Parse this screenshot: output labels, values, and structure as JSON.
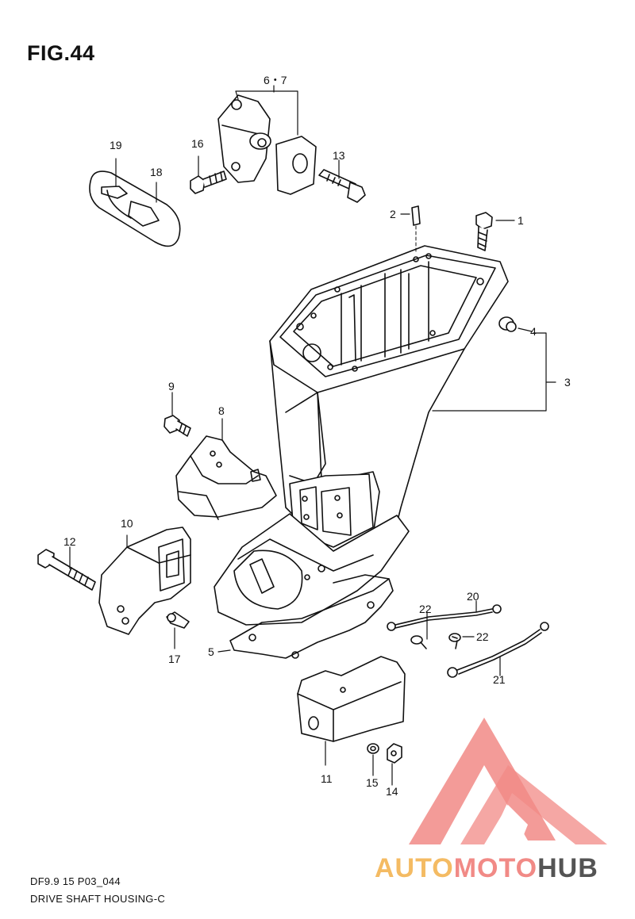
{
  "figure": {
    "title": "FIG.44",
    "code": "DF9.9 15 P03_044",
    "name": "DRIVE SHAFT HOUSING-C"
  },
  "parts": {
    "p1": "1",
    "p2": "2",
    "p3": "3",
    "p4": "4",
    "p5": "5",
    "p6_7": "6・7",
    "p8": "8",
    "p9": "9",
    "p10": "10",
    "p11": "11",
    "p12": "12",
    "p13": "13",
    "p14": "14",
    "p15": "15",
    "p16": "16",
    "p17": "17",
    "p18": "18",
    "p19": "19",
    "p20": "20",
    "p21": "21",
    "p22a": "22",
    "p22b": "22"
  },
  "watermark": {
    "part1": "AUTO",
    "part2": "MOTO",
    "part3": "HUB",
    "colors": {
      "orange": "#f4bb63",
      "pink": "#f18a86",
      "gray": "#545454"
    }
  }
}
